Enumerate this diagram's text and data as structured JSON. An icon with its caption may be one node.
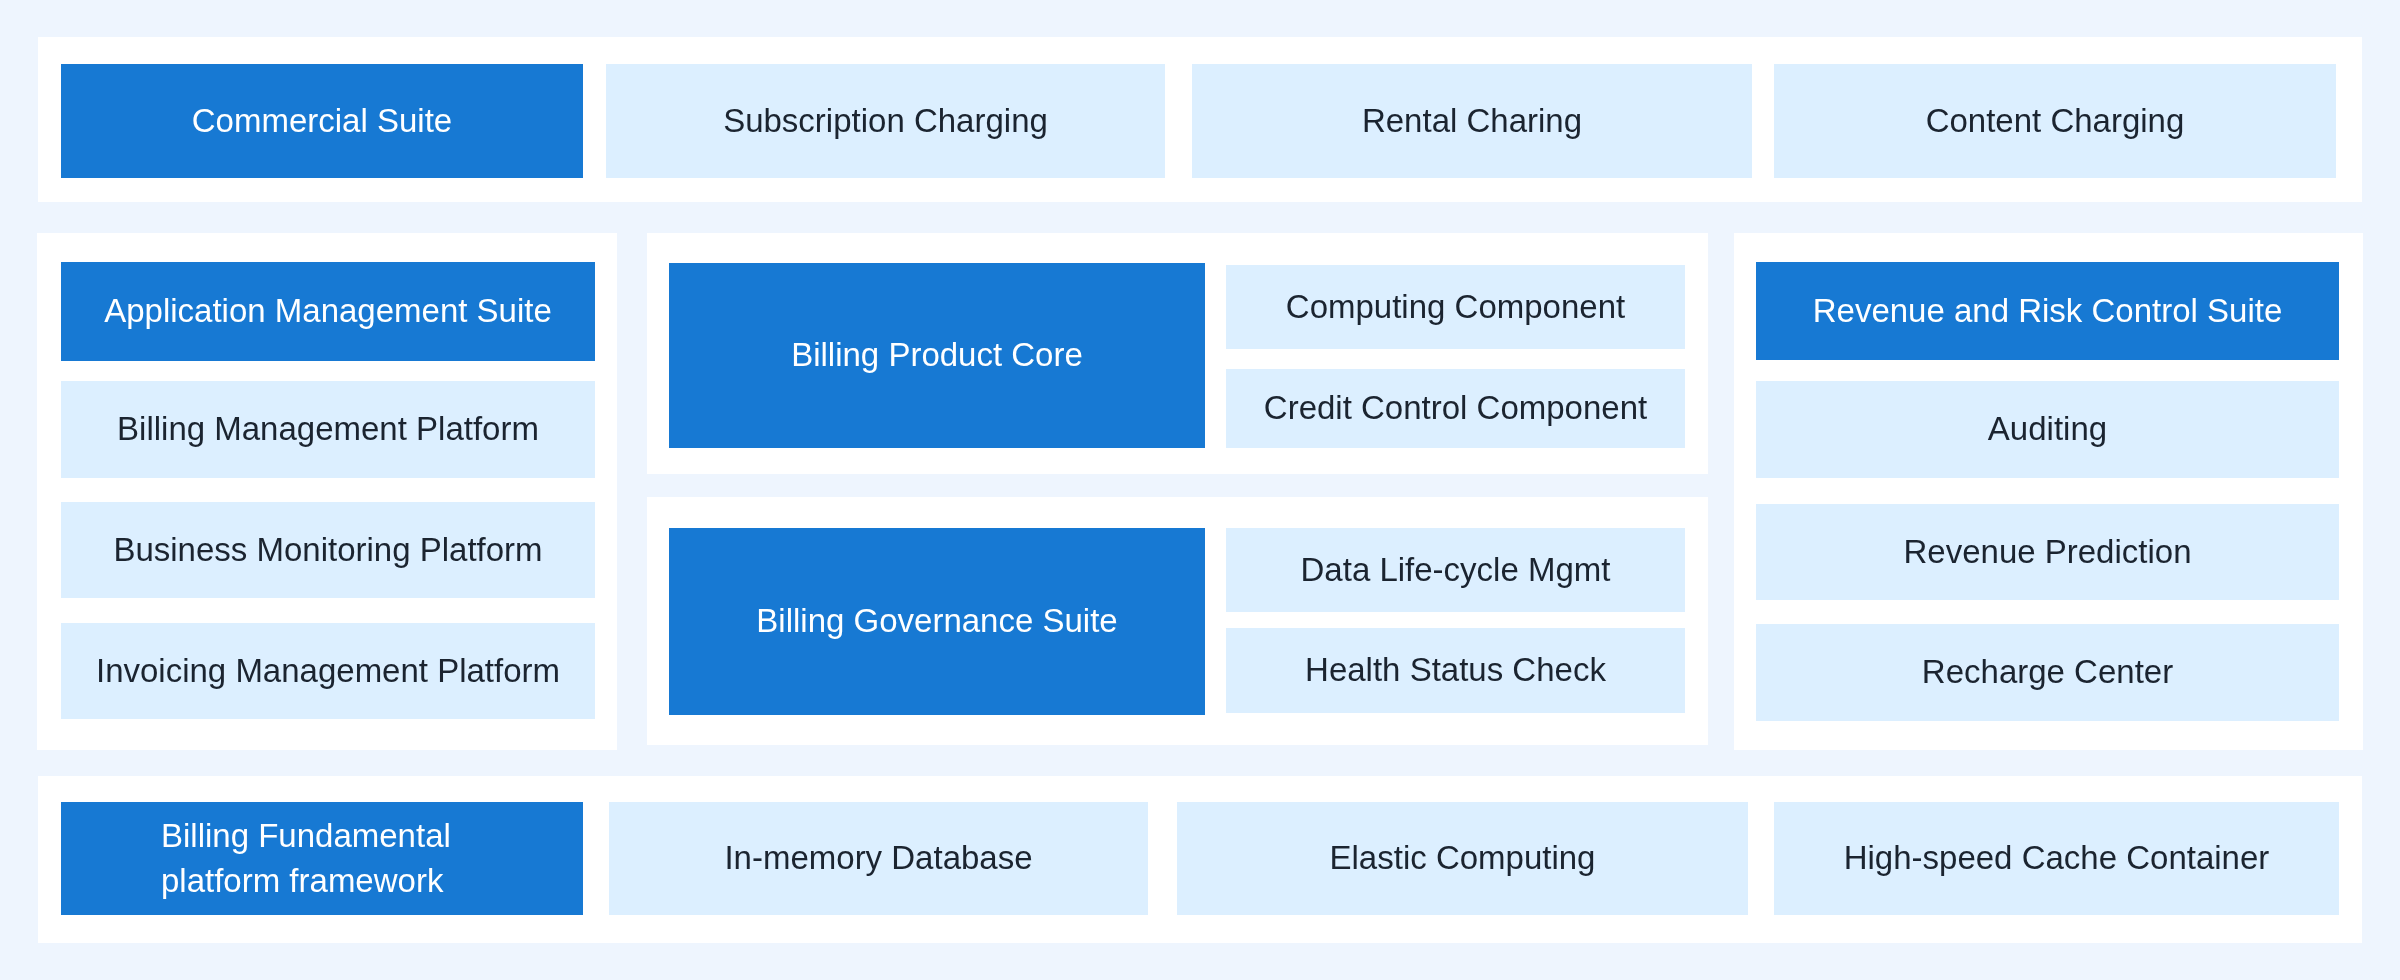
{
  "diagram": {
    "nodes": [
      {
        "text": [],
        "shape": "box"
      },
      {
        "text": [
          "Commercial Suite"
        ],
        "in": 0
      },
      {
        "text": [
          "Subscription Charging"
        ],
        "in": 0
      },
      {
        "text": [
          "Rental Charing"
        ],
        "in": 0
      },
      {
        "text": [
          "Content Charging"
        ],
        "in": 0
      },
      {
        "text": [],
        "shape": "box"
      },
      {
        "text": [
          "Application Management Suite"
        ],
        "in": 5
      },
      {
        "text": [
          "Billing Management Platform"
        ],
        "in": 5
      },
      {
        "text": [
          "Business Monitoring Platform"
        ],
        "in": 5
      },
      {
        "text": [
          "Invoicing Management Platform"
        ],
        "in": 5
      },
      {
        "text": [],
        "shape": "box"
      },
      {
        "text": [
          "Billing Product Core"
        ],
        "in": 10
      },
      {
        "text": [
          "Computing Component"
        ],
        "in": 10
      },
      {
        "text": [
          "Credit Control Component"
        ],
        "in": 10
      },
      {
        "text": [],
        "shape": "box"
      },
      {
        "text": [
          "Billing Governance Suite"
        ],
        "in": 14
      },
      {
        "text": [
          "Data Life-cycle Mgmt"
        ],
        "in": 14
      },
      {
        "text": [
          "Health Status Check"
        ],
        "in": 14
      },
      {
        "text": [],
        "shape": "box"
      },
      {
        "text": [
          "Revenue and Risk Control Suite"
        ],
        "in": 18
      },
      {
        "text": [
          "Auditing"
        ],
        "in": 18
      },
      {
        "text": [
          "Revenue Prediction"
        ],
        "in": 18
      },
      {
        "text": [
          "Recharge Center"
        ],
        "in": 18
      },
      {
        "text": [],
        "shape": "box"
      },
      {
        "text": [
          "Billing Fundamental platform framework"
        ],
        "in": 23
      },
      {
        "text": [
          "In-memory Database"
        ],
        "in": 23
      },
      {
        "text": [
          "Elastic Computing"
        ],
        "in": 23
      },
      {
        "text": [
          "High-speed Cache Container"
        ],
        "in": 23
      }
    ],
    "edges": []
  }
}
